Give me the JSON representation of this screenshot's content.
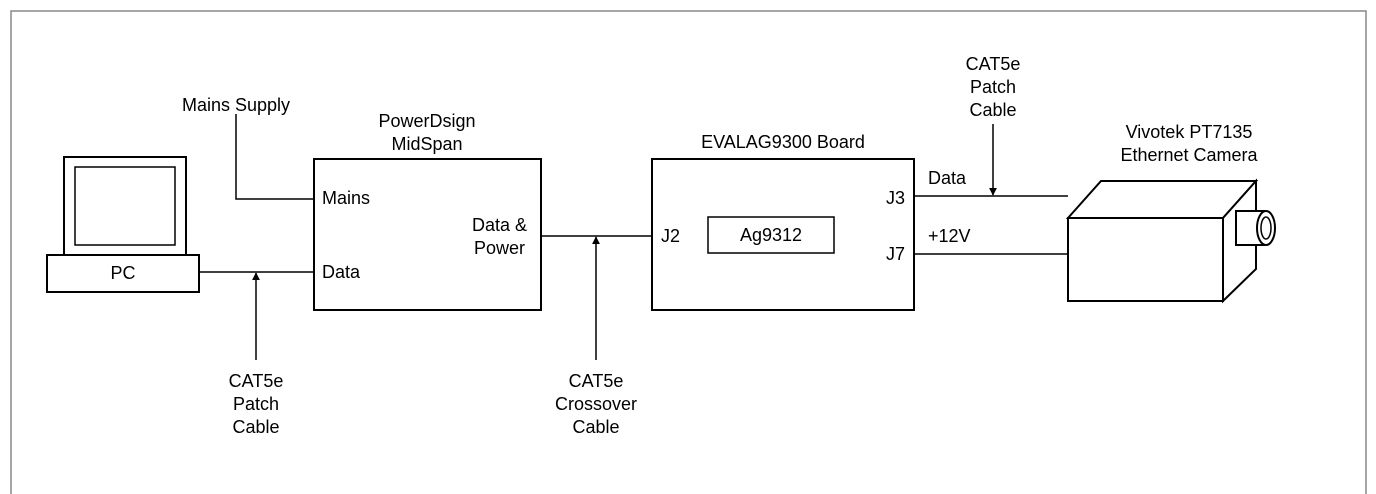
{
  "pc": {
    "label": "PC"
  },
  "mains_supply": {
    "label": "Mains Supply"
  },
  "midspan": {
    "title_line1": "PowerDsign",
    "title_line2": "MidSpan",
    "port_mains": "Mains",
    "port_data": "Data",
    "port_out_line1": "Data &",
    "port_out_line2": "Power"
  },
  "board": {
    "title": "EVALAG9300 Board",
    "chip": "Ag9312",
    "j2": "J2",
    "j3": "J3",
    "j7": "J7"
  },
  "wires": {
    "data": "Data",
    "power": "+12V"
  },
  "camera": {
    "line1": "Vivotek PT7135",
    "line2": "Ethernet Camera"
  },
  "cables": {
    "pc_cable": [
      "CAT5e",
      "Patch",
      "Cable"
    ],
    "crossover": [
      "CAT5e",
      "Crossover",
      "Cable"
    ],
    "camera_cable": [
      "CAT5e",
      "Patch",
      "Cable"
    ]
  }
}
